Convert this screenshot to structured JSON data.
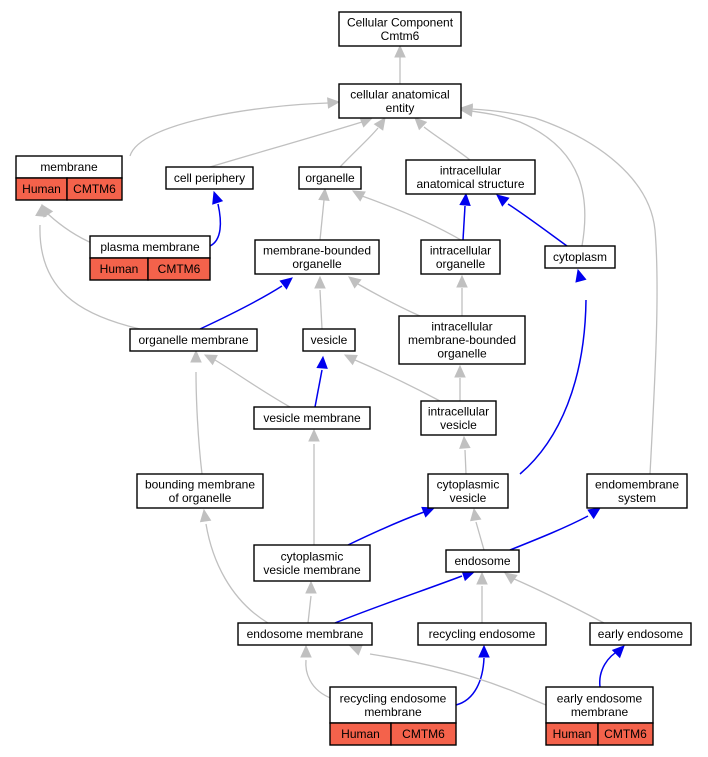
{
  "nodes": {
    "root": {
      "lines": [
        "Cellular Component",
        "Cmtm6"
      ]
    },
    "cae": {
      "lines": [
        "cellular anatomical",
        "entity"
      ]
    },
    "membrane": {
      "lines": [
        "membrane"
      ],
      "annotation": [
        "Human",
        "CMTM6"
      ]
    },
    "cell_periphery": {
      "lines": [
        "cell periphery"
      ]
    },
    "organelle": {
      "lines": [
        "organelle"
      ]
    },
    "ias": {
      "lines": [
        "intracellular",
        "anatomical structure"
      ]
    },
    "plasma_membrane": {
      "lines": [
        "plasma membrane"
      ],
      "annotation": [
        "Human",
        "CMTM6"
      ]
    },
    "mbo": {
      "lines": [
        "membrane-bounded",
        "organelle"
      ]
    },
    "ic_organelle": {
      "lines": [
        "intracellular",
        "organelle"
      ]
    },
    "cytoplasm": {
      "lines": [
        "cytoplasm"
      ]
    },
    "organelle_membrane": {
      "lines": [
        "organelle membrane"
      ]
    },
    "vesicle": {
      "lines": [
        "vesicle"
      ]
    },
    "imbo": {
      "lines": [
        "intracellular",
        "membrane-bounded",
        "organelle"
      ]
    },
    "vesicle_membrane": {
      "lines": [
        "vesicle membrane"
      ]
    },
    "ic_vesicle": {
      "lines": [
        "intracellular",
        "vesicle"
      ]
    },
    "bmo": {
      "lines": [
        "bounding membrane",
        "of organelle"
      ]
    },
    "cyto_vesicle": {
      "lines": [
        "cytoplasmic",
        "vesicle"
      ]
    },
    "endomembrane": {
      "lines": [
        "endomembrane",
        "system"
      ]
    },
    "cvm": {
      "lines": [
        "cytoplasmic",
        "vesicle membrane"
      ]
    },
    "endosome": {
      "lines": [
        "endosome"
      ]
    },
    "endosome_membrane": {
      "lines": [
        "endosome membrane"
      ]
    },
    "recycling_endosome": {
      "lines": [
        "recycling endosome"
      ]
    },
    "early_endosome": {
      "lines": [
        "early endosome"
      ]
    },
    "rem": {
      "lines": [
        "recycling endosome",
        "membrane"
      ],
      "annotation": [
        "Human",
        "CMTM6"
      ]
    },
    "eem": {
      "lines": [
        "early endosome",
        "membrane"
      ],
      "annotation": [
        "Human",
        "CMTM6"
      ]
    }
  },
  "colors": {
    "is_a_edge": "#c0c0c0",
    "part_of_edge": "#0000ee",
    "annotation_fill": "#f4624b"
  }
}
